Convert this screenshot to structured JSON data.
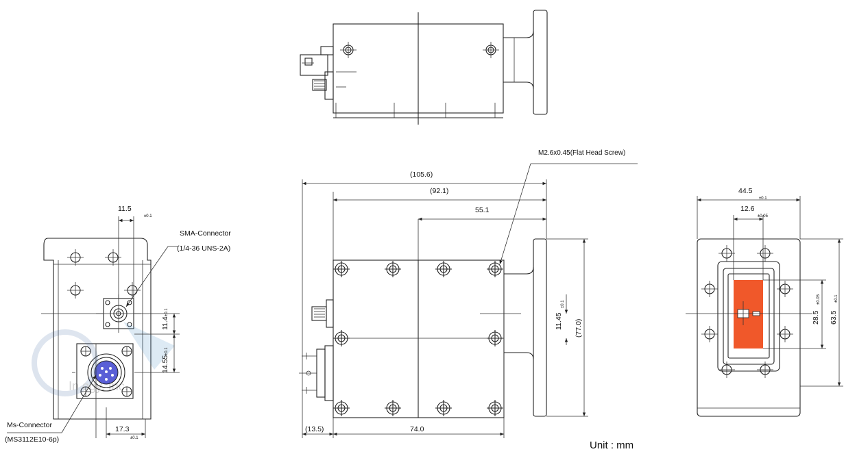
{
  "unit_label": "Unit : mm",
  "colors": {
    "line": "#222222",
    "connector_blue": "#5a5fd6",
    "port_orange": "#f0582a"
  },
  "left_view": {
    "dim_top": "11.5",
    "dim_top_tol": "±0.1",
    "sma_label": "SMA-Connector",
    "sma_spec": "(1/4-36 UNS-2A)",
    "dim_114": "11.4",
    "dim_114_tol": "±0.1",
    "dim_1455": "14.55",
    "dim_1455_tol": "±0.1",
    "ms_label": "Ms-Connector",
    "ms_spec": "(MS3112E10-6p)",
    "dim_bottom": "17.3",
    "dim_bottom_tol": "±0.1"
  },
  "center_view": {
    "screw_note": "M2.6x0.45(Flat Head Screw)",
    "dim_1056": "(105.6)",
    "dim_921": "(92.1)",
    "dim_551": "55.1",
    "dim_1145": "11.45",
    "dim_1145_tol": "±0.1",
    "dim_770": "(77.0)",
    "dim_135": "(13.5)",
    "dim_740": "74.0"
  },
  "right_view": {
    "dim_445": "44.5",
    "dim_445_tol": "±0.1",
    "dim_126": "12.6",
    "dim_126_tol": "±0.05",
    "dim_285": "28.5",
    "dim_285_tol": "±0.05",
    "dim_635": "63.5",
    "dim_635_tol": "±0.1"
  }
}
